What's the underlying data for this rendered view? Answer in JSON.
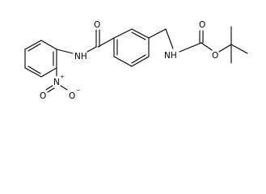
{
  "molecule": {
    "atoms": {
      "amide_oxygen": "O",
      "amide_nh": "NH",
      "nitro_nitrogen": "N",
      "nitro_positive_charge": "+",
      "nitro_oxygen_double": "O",
      "nitro_oxygen_single": "O",
      "nitro_negative_charge": "−",
      "carbamate_nh": "NH",
      "carbamate_carbonyl_oxygen": "O",
      "carbamate_ester_oxygen": "O"
    }
  }
}
